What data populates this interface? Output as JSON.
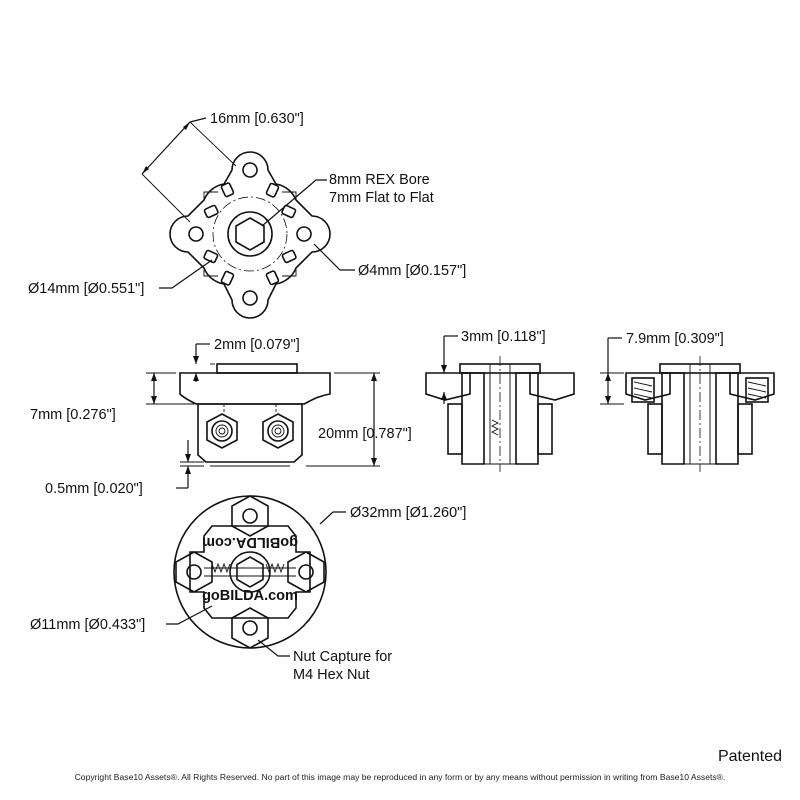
{
  "labels": {
    "top_width": "16mm [0.630\"]",
    "bore_line1": "8mm REX Bore",
    "bore_line2": "7mm Flat to Flat",
    "hole_dia": "Ø4mm [Ø0.157\"]",
    "bolt_circle": "Ø14mm [Ø0.551\"]",
    "step_height": "2mm [0.079\"]",
    "flange_height": "7mm [0.276\"]",
    "total_height": "20mm [0.787\"]",
    "base_gap": "0.5mm [0.020\"]",
    "section1_depth": "3mm [0.118\"]",
    "section2_depth": "7.9mm [0.309\"]",
    "outer_dia": "Ø32mm [Ø1.260\"]",
    "hub_dia": "Ø11mm [Ø0.433\"]",
    "nut_line1": "Nut Capture for",
    "nut_line2": "M4 Hex Nut",
    "engraving_top": "goBILDA.com",
    "engraving_bottom": "goBILDA.com"
  },
  "footer": {
    "patented": "Patented",
    "copyright": "Copyright Base10 Assets®.  All Rights Reserved. No part of this image may be reproduced in any form or by any means without permission in writing from Base10 Assets®."
  }
}
